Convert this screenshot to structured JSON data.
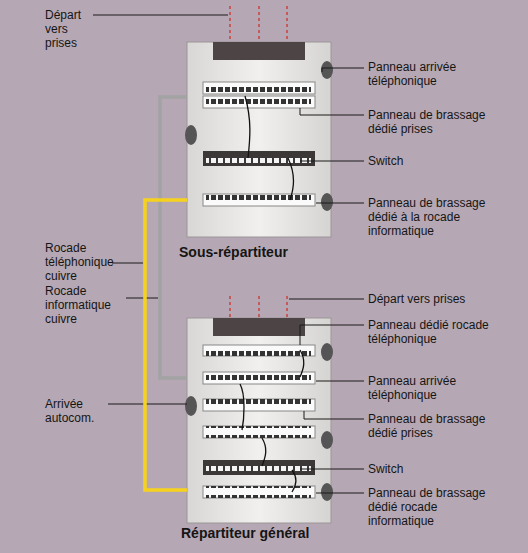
{
  "diagram": {
    "nodes": [
      {
        "text": [
          "Sous-répartiteur"
        ]
      },
      {
        "text": [
          "Répartiteur général"
        ]
      }
    ],
    "edges": [
      {
        "from": 0,
        "to": 1,
        "arrow": "none"
      },
      {
        "from": 0,
        "to": 1,
        "arrow": "none"
      }
    ],
    "labels": [
      "Départ vers prises",
      "Panneau arrivée téléphonique",
      "Panneau de brassage dédié prises",
      "Switch",
      "Panneau de brassage dédié à la rocade informatique",
      "Rocade téléphonique cuivre",
      "Rocade informatique cuivre",
      "Arrivée autocom.",
      "Départ vers prises",
      "Panneau dédié rocade téléphonique",
      "Panneau arrivée téléphonique",
      "Panneau de brassage dédié prises",
      "Switch",
      "Panneau de brassage dédié rocade informatique"
    ]
  }
}
